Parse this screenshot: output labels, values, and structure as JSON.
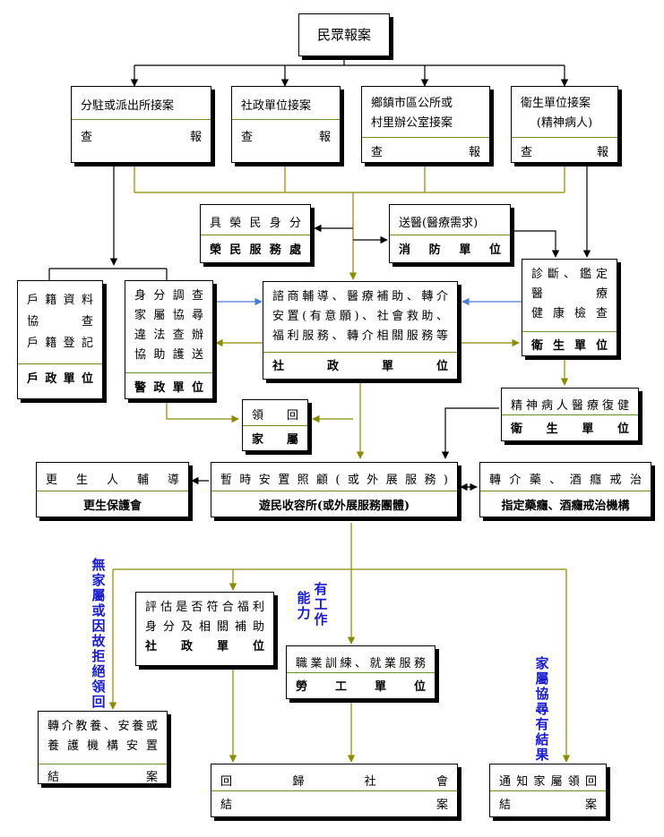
{
  "nodes": {
    "report": "民眾報案",
    "police_station": {
      "line1": "分駐或派出所接案",
      "action": "查　　　　　　報"
    },
    "social_unit": {
      "line1": "社政單位接案",
      "action": "查　　　　報"
    },
    "township": {
      "line1": "鄉鎮市區公所或",
      "line2": "村里辦公室接案",
      "action": "查　　　　　　報"
    },
    "health_unit": {
      "line1": "衛生單位接案",
      "line2": "(精神病人)",
      "action": "查　　　　　報"
    },
    "veterans": {
      "line1": "具榮民身分",
      "unit": "榮民服務處"
    },
    "fire": {
      "line1": "送醫(醫療需求)",
      "unit": "消　防　單　位"
    },
    "household": {
      "line1": "戶籍資料",
      "line2": "協　　查",
      "line3": "戶籍登記",
      "unit": "戶政單位"
    },
    "police": {
      "line1": "身分調查",
      "line2": "家屬協尋",
      "line3": "違法查辦",
      "line4": "協助護送",
      "unit": "警政單位"
    },
    "social_center": {
      "line1": "諮商輔導、醫療補助、轉介",
      "line2": "安置(有意願)、社會救助、",
      "line3": "福利服務、轉介相關服務等",
      "unit": "社　　政　　單　　位"
    },
    "diagnosis": {
      "line1": "診斷、鑑定",
      "line2": "醫　　療",
      "line3": "健康檢查",
      "unit": "衛生單位"
    },
    "family_pickup": {
      "line1": "領　回",
      "unit": "家　屬"
    },
    "psych_rehab": {
      "line1": "精神病人醫療復健",
      "unit": "衛　生　單　位"
    },
    "rehab_guidance": {
      "line1": "更生人輔導",
      "unit": "更生保護會"
    },
    "shelter": {
      "line1": "暫時安置照顧(或外展服務)",
      "unit": "遊民收容所(或外展服務團體)"
    },
    "drug_alcohol": {
      "line1": "轉介藥、酒癮戒治",
      "unit": "指定藥癮、酒癮戒治機構"
    },
    "welfare_eval": {
      "line1": "評估是否符合福利",
      "line2": "身分及相關補助",
      "unit": "社　政　單　位"
    },
    "job_training": {
      "line1": "職業訓練、就業服務",
      "unit": "勞　工　單　位"
    },
    "care_institution": {
      "line1": "轉介教養、安養或",
      "line2": "養護機構安置",
      "status": "結　　案"
    },
    "return_society": {
      "line1": "回　　歸　　社　　會",
      "status": "結　　　　　　　　案"
    },
    "notify_family": {
      "line1": "通知家屬領回",
      "status": "結　　案"
    }
  },
  "side_labels": {
    "no_family": "無家屬或因故拒絕領回",
    "can_work_a": "有工作",
    "can_work_b": "能力",
    "family_found": "家屬協尋有結果"
  },
  "colors": {
    "olive_line": "#8b8b00",
    "black_line": "#000000",
    "blue_line": "#4a7cd8",
    "side_text": "#1a1acd"
  }
}
